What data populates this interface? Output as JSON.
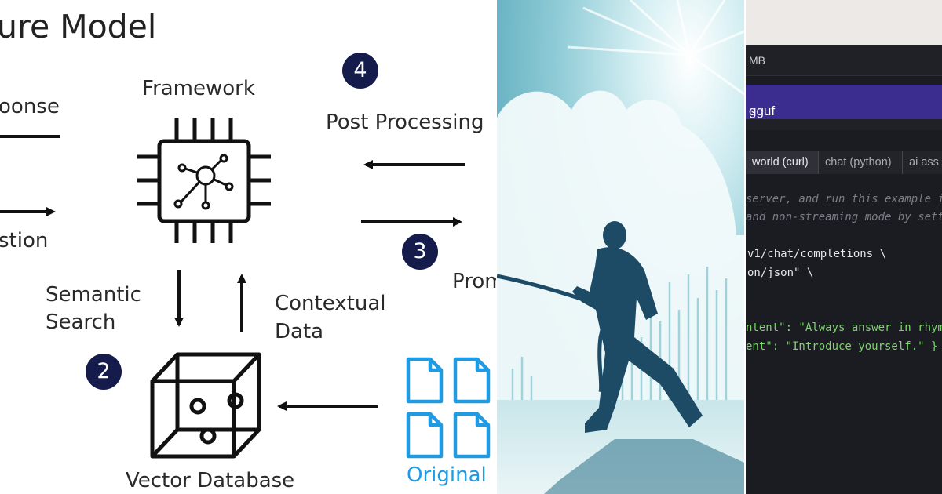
{
  "left": {
    "title": "ure Model",
    "framework": "Framework",
    "response": "oonse",
    "question": "stion",
    "post_processing": "Post Processing",
    "prompt": "Prom",
    "semantic_line1": "Semantic",
    "semantic_line2": "Search",
    "contextual_line1": "Contextual",
    "contextual_line2": "Data",
    "vector_db": "Vector Database",
    "original": "Original",
    "badge2": "2",
    "badge3": "3",
    "badge4": "4"
  },
  "right": {
    "bar_label": "MB",
    "model_name": "gguf",
    "tabs": [
      "world (curl)",
      "chat (python)",
      "ai ass"
    ],
    "code_lines": [
      "server, and run this example i",
      "and non-streaming mode by sett",
      "v1/chat/completions \\",
      "on/json\" \\",
      "ntent\": \"Always answer in rhym",
      "ent\": \"Introduce yourself.\" }"
    ]
  },
  "colors": {
    "badge": "#151b4a",
    "icon_blue": "#1e9be3",
    "model_bar": "#3a2d8f",
    "code_green": "#7ed36f",
    "silhouette": "#1d4b66"
  }
}
